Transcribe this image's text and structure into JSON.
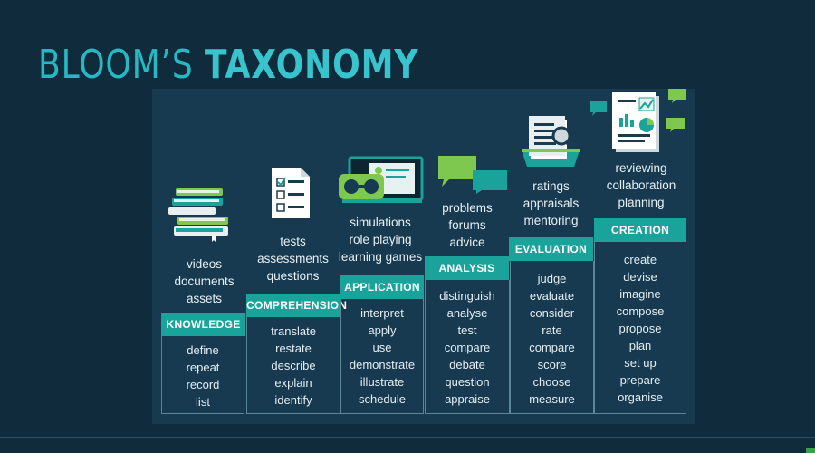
{
  "title": {
    "part1": "BLOOM’S ",
    "part2": "TAXONOMY"
  },
  "levels": [
    {
      "name": "KNOWLEDGE",
      "examples": [
        "videos",
        "documents",
        "assets"
      ],
      "verbs": [
        "define",
        "repeat",
        "record",
        "list"
      ]
    },
    {
      "name": "COMPREHENSION",
      "examples": [
        "tests",
        "assessments",
        "questions"
      ],
      "verbs": [
        "translate",
        "restate",
        "describe",
        "explain",
        "identify"
      ]
    },
    {
      "name": "APPLICATION",
      "examples": [
        "simulations",
        "role playing",
        "learning games"
      ],
      "verbs": [
        "interpret",
        "apply",
        "use",
        "demonstrate",
        "illustrate",
        "schedule"
      ]
    },
    {
      "name": "ANALYSIS",
      "examples": [
        "problems",
        "forums",
        "advice"
      ],
      "verbs": [
        "distinguish",
        "analyse",
        "test",
        "compare",
        "debate",
        "question",
        "appraise"
      ]
    },
    {
      "name": "EVALUATION",
      "examples": [
        "ratings",
        "appraisals",
        "mentoring"
      ],
      "verbs": [
        "judge",
        "evaluate",
        "consider",
        "rate",
        "compare",
        "score",
        "choose",
        "measure"
      ]
    },
    {
      "name": "CREATION",
      "examples": [
        "reviewing",
        "collaboration",
        "planning"
      ],
      "verbs": [
        "create",
        "devise",
        "imagine",
        "compose",
        "propose",
        "plan",
        "set up",
        "prepare",
        "organise"
      ]
    }
  ],
  "icons": [
    "books-icon",
    "checklist-document-icon",
    "vr-headset-icon",
    "chat-bubbles-icon",
    "rating-report-icon",
    "analytics-report-icon"
  ],
  "colors": {
    "accent": "#1aa39a",
    "title": "#27b8c4",
    "background": "#0f2b3c",
    "panel": "#173a51"
  }
}
